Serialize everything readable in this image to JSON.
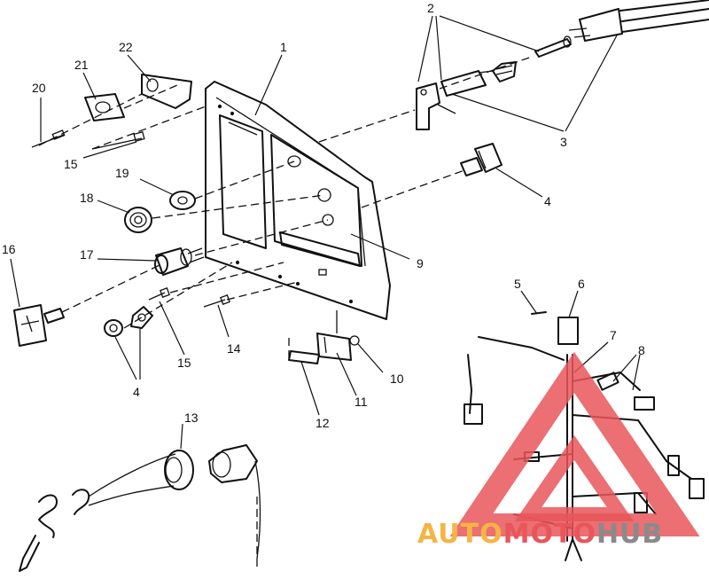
{
  "callouts": {
    "c1": "1",
    "c2": "2",
    "c3": "3",
    "c4a": "4",
    "c4b": "4",
    "c5": "5",
    "c6": "6",
    "c7": "7",
    "c8": "8",
    "c9": "9",
    "c10": "10",
    "c11": "11",
    "c12": "12",
    "c13": "13",
    "c14": "14",
    "c15a": "15",
    "c15b": "15",
    "c16": "16",
    "c17": "17",
    "c18": "18",
    "c19": "19",
    "c20": "20",
    "c21": "21",
    "c22": "22"
  },
  "watermark": {
    "word1": "AUTO",
    "word2": "MOTO",
    "word3": "HUB",
    "color1": "#f4b544",
    "color2": "#e8565a",
    "color3": "#8a8a8a"
  }
}
